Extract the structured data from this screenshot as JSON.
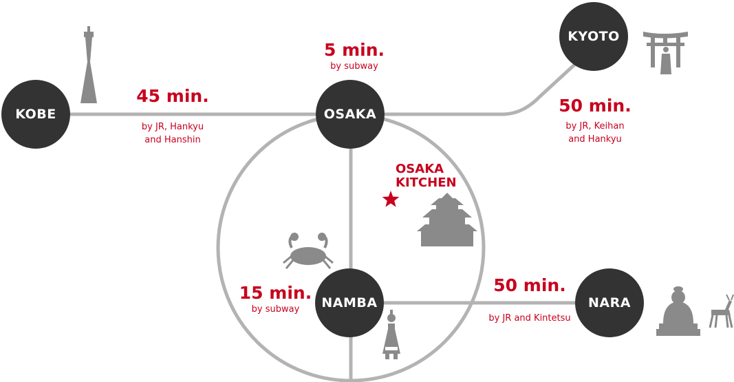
{
  "colors": {
    "accent": "#c8001e",
    "station": "#333333",
    "line": "#b3b3b3",
    "landmark": "#8a8a8a"
  },
  "stations": {
    "kobe": "KOBE",
    "osaka": "OSAKA",
    "kyoto": "KYOTO",
    "namba": "NAMBA",
    "nara": "NARA"
  },
  "routes": {
    "osaka_kobe": {
      "time": "45 min.",
      "via_1": "by JR, Hankyu",
      "via_2": "and Hanshin"
    },
    "osaka_namba": {
      "time": "5 min.",
      "via_1": "by subway"
    },
    "osaka_kyoto": {
      "time": "50 min.",
      "via_1": "by JR, Keihan",
      "via_2": "and Hankyu"
    },
    "namba_loop": {
      "time": "15 min.",
      "via_1": "by subway"
    },
    "namba_nara": {
      "time": "50 min.",
      "via_1": "by JR and Kintetsu"
    }
  },
  "highlight": {
    "line_1": "OSAKA",
    "line_2": "KITCHEN",
    "icon": "star-icon"
  },
  "landmark_icons": [
    "port-tower-icon",
    "torii-gate-icon",
    "osaka-castle-icon",
    "crab-icon",
    "tsutenkaku-tower-icon",
    "great-buddha-icon",
    "deer-icon"
  ]
}
